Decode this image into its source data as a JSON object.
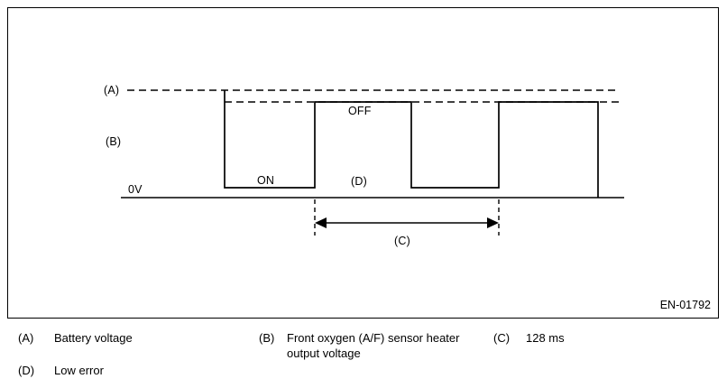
{
  "diagram": {
    "labels": {
      "a": "(A)",
      "b": "(B)",
      "c": "(C)",
      "d": "(D)",
      "on": "ON",
      "off": "OFF",
      "zero": "0V"
    },
    "figure_ref": "EN-01792",
    "line_color": "#000000",
    "background_color": "#ffffff"
  },
  "legend": {
    "items": [
      {
        "key": "(A)",
        "text": "Battery voltage"
      },
      {
        "key": "(B)",
        "text": "Front oxygen (A/F) sensor heater output voltage"
      },
      {
        "key": "(C)",
        "text": "128 ms"
      },
      {
        "key": "(D)",
        "text": "Low error"
      }
    ]
  }
}
